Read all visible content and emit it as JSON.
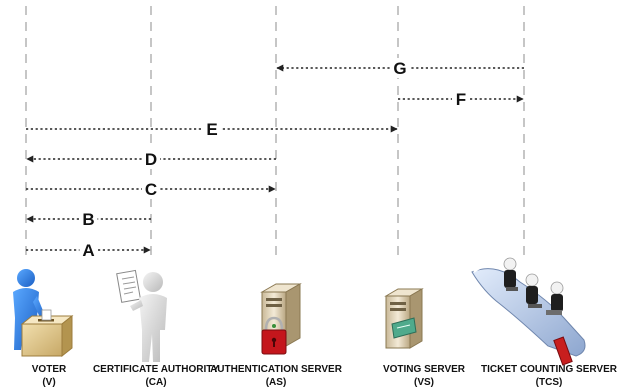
{
  "actors": [
    {
      "id": "voter",
      "name": "VOTER",
      "abbr": "(V)",
      "icon": "voter-icon"
    },
    {
      "id": "ca",
      "name": "CERTIFICATE AUTHORITY",
      "abbr": "(CA)",
      "icon": "certificate-authority-icon"
    },
    {
      "id": "as",
      "name": "AUTHENTICATION SERVER",
      "abbr": "(AS)",
      "icon": "authentication-server-icon"
    },
    {
      "id": "vs",
      "name": "VOTING SERVER",
      "abbr": "(VS)",
      "icon": "voting-server-icon"
    },
    {
      "id": "tcs",
      "name": "TICKET COUNTING SERVER",
      "abbr": "(TCS)",
      "icon": "ticket-counting-server-icon"
    }
  ],
  "messages": [
    {
      "label": "G",
      "from": "tcs",
      "to": "as"
    },
    {
      "label": "F",
      "from": "vs",
      "to": "tcs"
    },
    {
      "label": "E",
      "from": "voter",
      "to": "vs"
    },
    {
      "label": "D",
      "from": "as",
      "to": "voter"
    },
    {
      "label": "C",
      "from": "voter",
      "to": "as"
    },
    {
      "label": "B",
      "from": "ca",
      "to": "voter"
    },
    {
      "label": "A",
      "from": "voter",
      "to": "ca"
    }
  ]
}
